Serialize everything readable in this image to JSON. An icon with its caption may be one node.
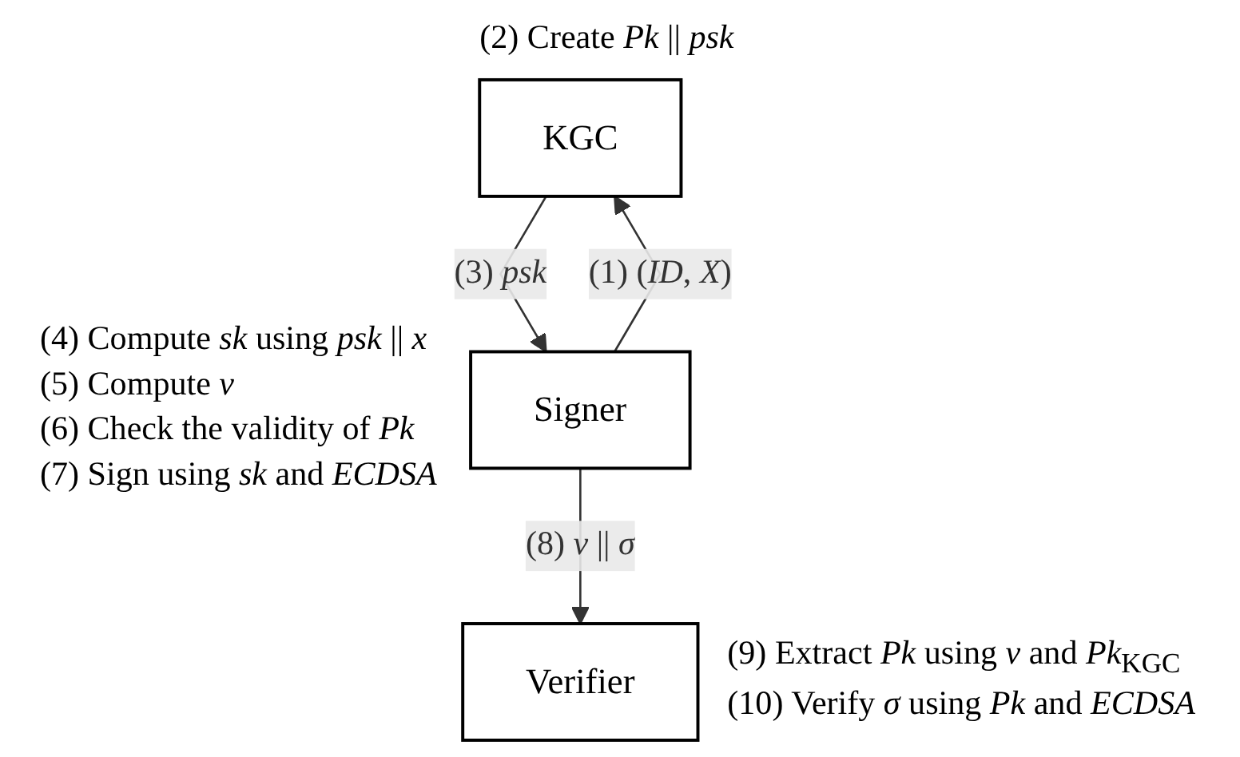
{
  "diagram": {
    "nodes": [
      {
        "text": [
          "KGC"
        ],
        "beside": [
          "(2) Create *Pk* || *psk*"
        ]
      },
      {
        "text": [
          "Signer"
        ],
        "beside": [
          "(4) Compute *sk* using *psk* || *x*",
          "(5) Compute *v*",
          "(6) Check the validity of *Pk*",
          "(7) Sign using *sk* and *ECDSA*"
        ]
      },
      {
        "text": [
          "Verifier"
        ],
        "beside": [
          "(9) Extract *Pk* using *v* and *Pk*$_{KGC}$",
          "(10) Verify *σ* using *Pk* and *ECDSA*"
        ]
      }
    ],
    "edges": [
      {
        "from": 1,
        "to": 0,
        "arrow": "to",
        "label": "(1) (*ID*, *X*)"
      },
      {
        "from": 0,
        "to": 1,
        "arrow": "to",
        "label": "(3) *psk*"
      },
      {
        "from": 1,
        "to": 2,
        "arrow": "to",
        "label": "(8) *v* || *σ*"
      }
    ]
  }
}
